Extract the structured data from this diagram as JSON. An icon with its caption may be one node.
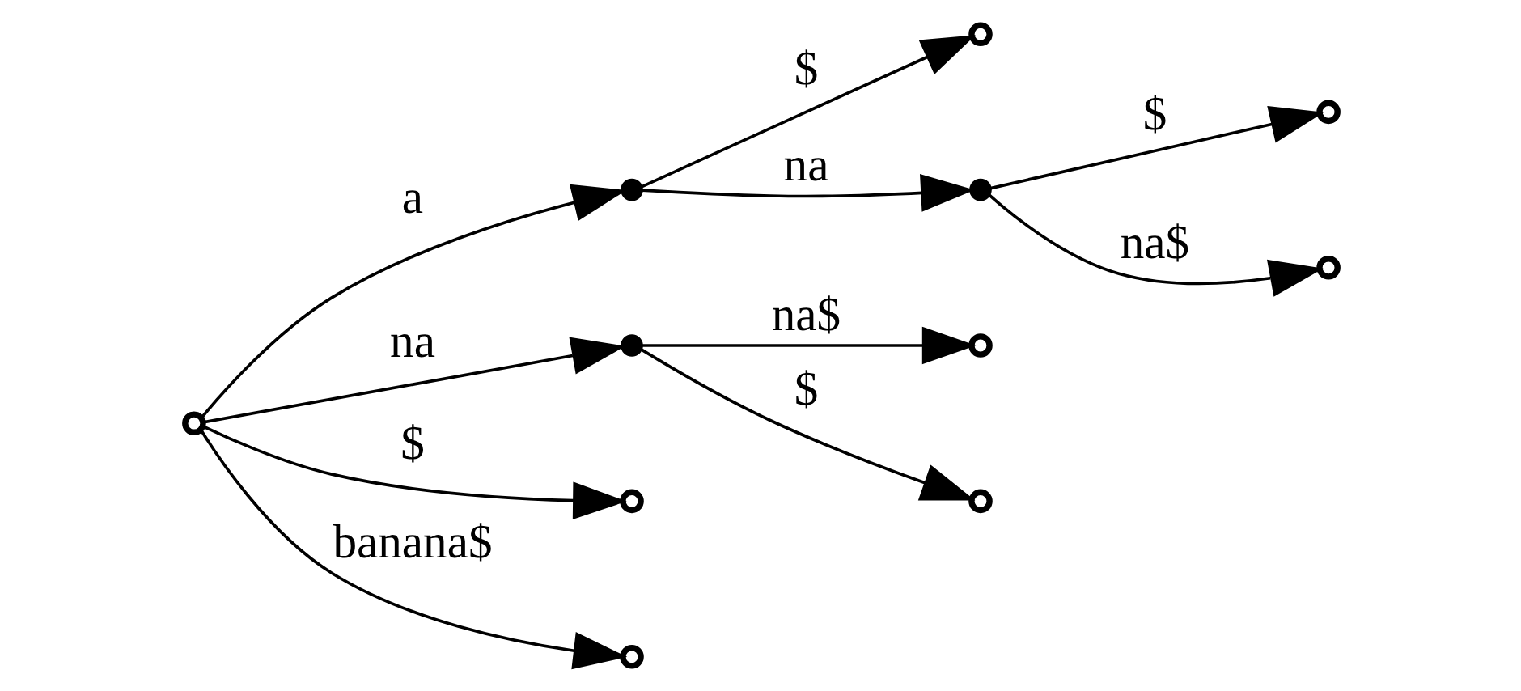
{
  "diagram": {
    "nodes": [
      {
        "text": [],
        "shape": "circle"
      },
      {
        "text": [],
        "shape": "dot"
      },
      {
        "text": [],
        "shape": "circle"
      },
      {
        "text": [],
        "shape": "dot"
      },
      {
        "text": [],
        "shape": "circle"
      },
      {
        "text": [],
        "shape": "circle"
      },
      {
        "text": [],
        "shape": "dot"
      },
      {
        "text": [],
        "shape": "circle"
      },
      {
        "text": [],
        "shape": "circle"
      },
      {
        "text": [],
        "shape": "circle"
      },
      {
        "text": [],
        "shape": "circle"
      }
    ],
    "edges": [
      {
        "from": 0,
        "to": 10,
        "arrow": "to",
        "label": "banana$"
      },
      {
        "from": 0,
        "to": 1,
        "arrow": "to",
        "label": "a"
      },
      {
        "from": 1,
        "to": 3,
        "arrow": "to",
        "label": "na"
      },
      {
        "from": 3,
        "to": 5,
        "arrow": "to",
        "label": "na$"
      },
      {
        "from": 3,
        "to": 4,
        "arrow": "to",
        "label": "$"
      },
      {
        "from": 1,
        "to": 2,
        "arrow": "to",
        "label": "$"
      },
      {
        "from": 0,
        "to": 6,
        "arrow": "to",
        "label": "na"
      },
      {
        "from": 6,
        "to": 7,
        "arrow": "to",
        "label": "na$"
      },
      {
        "from": 6,
        "to": 8,
        "arrow": "to",
        "label": "$"
      },
      {
        "from": 0,
        "to": 9,
        "arrow": "to",
        "label": "$"
      }
    ]
  }
}
